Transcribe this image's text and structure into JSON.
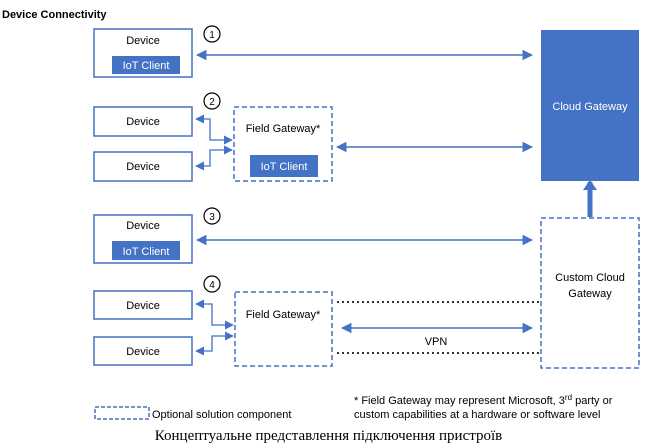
{
  "title": "Device Connectivity",
  "colors": {
    "accent": "#4472C4",
    "border": "#4472C4",
    "text": "#000000",
    "white": "#ffffff",
    "dotted": "#333333"
  },
  "markers": [
    "1",
    "2",
    "3",
    "4"
  ],
  "labels": {
    "device": "Device",
    "iot_client": "IoT Client",
    "field_gateway": "Field Gateway*",
    "cloud_gateway": "Cloud Gateway",
    "custom_cloud_gateway_line1": "Custom Cloud",
    "custom_cloud_gateway_line2": "Gateway",
    "vpn": "VPN"
  },
  "legend": {
    "optional": "Optional solution component"
  },
  "footnote": {
    "line1_pre": "* Field Gateway may represent Microsoft, 3",
    "line1_sup": "rd",
    "line1_post": " party or",
    "line2": "custom capabilities at a hardware or software level"
  },
  "caption": "Концептуальне представлення підключення пристроїв"
}
